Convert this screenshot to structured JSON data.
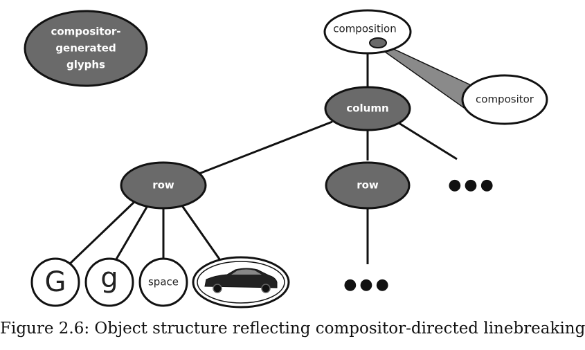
{
  "nodes": {
    "composition": "composition",
    "compositor": "compositor",
    "glyphs_legend": [
      "compositor-",
      "generated",
      "glyphs"
    ],
    "column": "column",
    "row_left": "row",
    "row_mid": "row",
    "glyph_G": "G",
    "glyph_g": "g",
    "glyph_space": "space"
  },
  "ellipsis": "●●●",
  "caption": "Figure 2.6: Object structure reflecting compositor-directed linebreaking",
  "colors": {
    "dark_node": "#6a6a6a",
    "stroke": "#111111",
    "wedge": "#8a8a8a",
    "white_node": "#ffffff"
  }
}
